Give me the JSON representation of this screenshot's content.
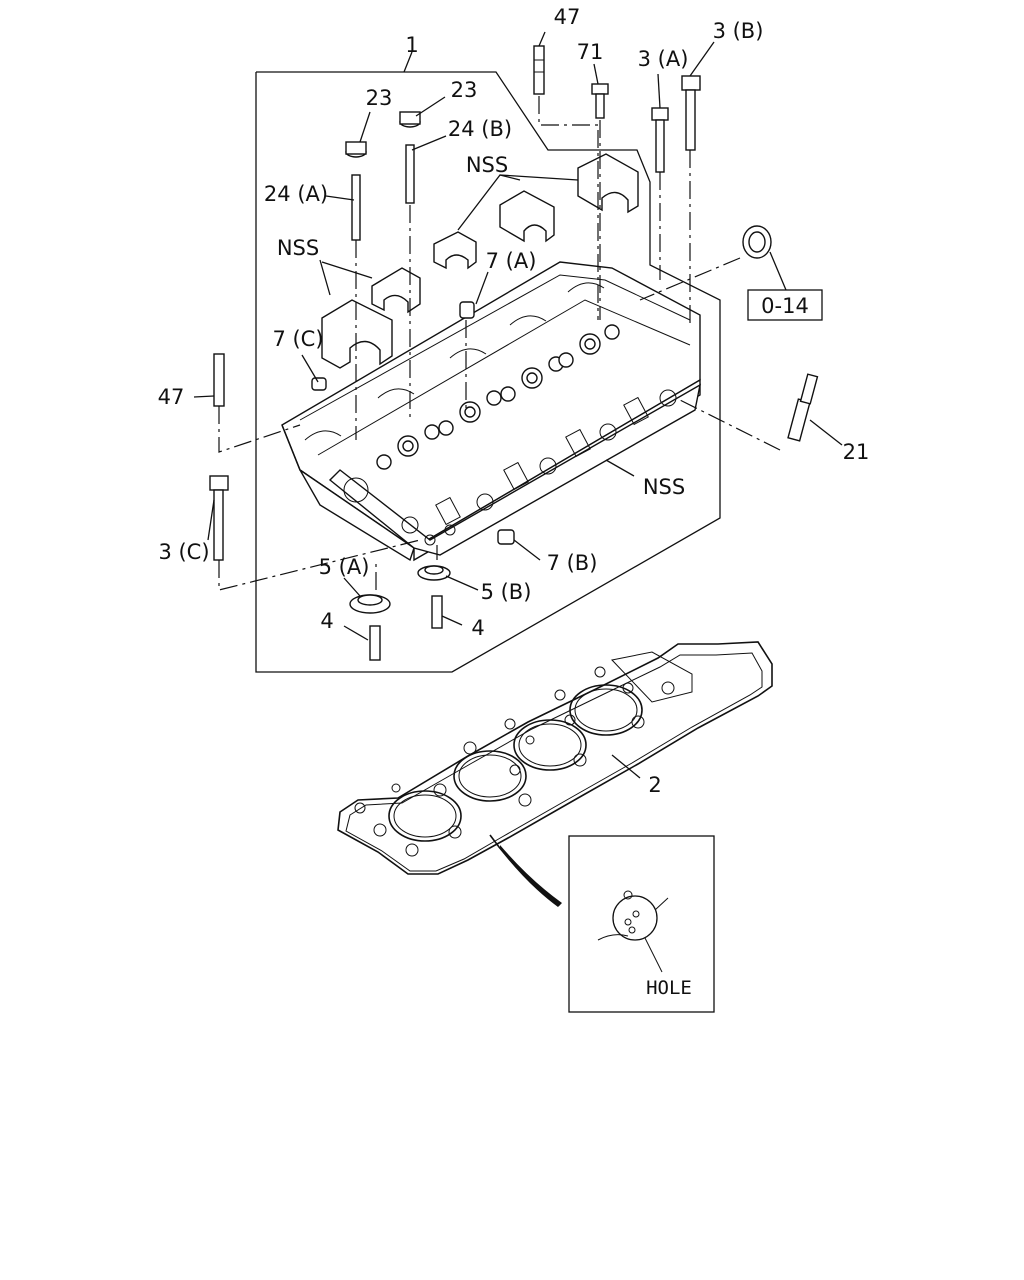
{
  "labels": {
    "l1": "1",
    "l47_top": "47",
    "l71": "71",
    "l3a": "3 (A)",
    "l3b": "3 (B)",
    "l23_left": "23",
    "l23_right": "23",
    "l24b": "24 (B)",
    "l24a": "24 (A)",
    "nss_top": "NSS",
    "nss_left": "NSS",
    "nss_right": "NSS",
    "l7a": "7 (A)",
    "l7c": "7 (C)",
    "l7b": "7 (B)",
    "l47_left": "47",
    "l3c": "3 (C)",
    "l5a": "5 (A)",
    "l5b": "5 (B)",
    "l4_left": "4",
    "l4_right": "4",
    "l21": "21",
    "ref_box": "0-14",
    "l2": "2",
    "hole": "HOLE"
  }
}
